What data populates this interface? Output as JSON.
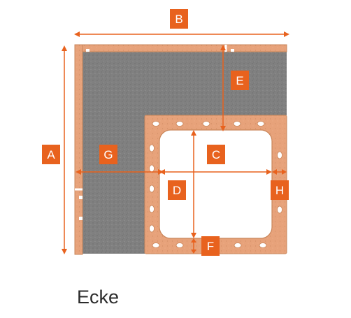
{
  "diagram": {
    "caption": "Ecke",
    "labels": {
      "A": "A",
      "B": "B",
      "C": "C",
      "D": "D",
      "E": "E",
      "F": "F",
      "G": "G",
      "H": "H"
    },
    "colors": {
      "accent": "#e8621e",
      "block": "#e7a27a",
      "block_edge": "#c98559",
      "concrete": "#808080",
      "hole": "#ffffff",
      "label_text": "#ffffff"
    }
  }
}
